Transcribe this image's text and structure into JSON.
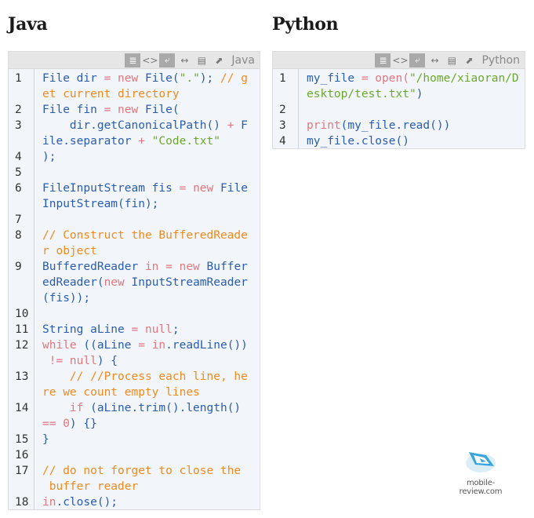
{
  "java": {
    "title": "Java",
    "lang_label": "Java",
    "lines": [
      {
        "n": "1",
        "rows": [
          [
            [
              "f",
              "File dir "
            ],
            [
              "k",
              "= new "
            ],
            [
              "f",
              "File("
            ],
            [
              "s",
              "\".\""
            ],
            [
              "f",
              "); "
            ],
            [
              "c",
              "// g"
            ]
          ],
          [
            [
              "c",
              "et current directory"
            ]
          ]
        ]
      },
      {
        "n": "2",
        "rows": [
          [
            [
              "f",
              "File fin "
            ],
            [
              "k",
              "= new "
            ],
            [
              "f",
              "File("
            ]
          ]
        ]
      },
      {
        "n": "3",
        "rows": [
          [
            [
              "f",
              "    dir.getCanonicalPath() "
            ],
            [
              "k",
              "+ "
            ],
            [
              "f",
              "F"
            ]
          ],
          [
            [
              "f",
              "ile.separator "
            ],
            [
              "k",
              "+ "
            ],
            [
              "s",
              "\"Code.txt\""
            ]
          ]
        ]
      },
      {
        "n": "4",
        "rows": [
          [
            [
              "f",
              ");"
            ]
          ]
        ]
      },
      {
        "n": "5",
        "rows": [
          [
            [
              "f",
              ""
            ]
          ]
        ]
      },
      {
        "n": "6",
        "rows": [
          [
            [
              "f",
              "FileInputStream fis "
            ],
            [
              "k",
              "= new "
            ],
            [
              "f",
              "File"
            ]
          ],
          [
            [
              "f",
              "InputStream(fin);"
            ]
          ]
        ]
      },
      {
        "n": "7",
        "rows": [
          [
            [
              "f",
              ""
            ]
          ]
        ]
      },
      {
        "n": "8",
        "rows": [
          [
            [
              "c",
              "// Construct the BufferedReade"
            ]
          ],
          [
            [
              "c",
              "r object"
            ]
          ]
        ]
      },
      {
        "n": "9",
        "rows": [
          [
            [
              "f",
              "BufferedReader "
            ],
            [
              "k",
              "in = new "
            ],
            [
              "f",
              "Buffer"
            ]
          ],
          [
            [
              "f",
              "edReader("
            ],
            [
              "k",
              "new "
            ],
            [
              "f",
              "InputStreamReader"
            ]
          ],
          [
            [
              "f",
              "(fis));"
            ]
          ]
        ]
      },
      {
        "n": "10",
        "rows": [
          [
            [
              "f",
              ""
            ]
          ]
        ]
      },
      {
        "n": "11",
        "rows": [
          [
            [
              "f",
              "String aLine "
            ],
            [
              "k",
              "= null"
            ],
            [
              "f",
              ";"
            ]
          ]
        ]
      },
      {
        "n": "12",
        "rows": [
          [
            [
              "k",
              "while "
            ],
            [
              "f",
              "((aLine "
            ],
            [
              "k",
              "= in"
            ],
            [
              "f",
              ".readLine())"
            ]
          ],
          [
            [
              "f",
              " "
            ],
            [
              "k",
              "!= null"
            ],
            [
              "f",
              ") {"
            ]
          ]
        ]
      },
      {
        "n": "13",
        "rows": [
          [
            [
              "c",
              "    // //Process each line, he"
            ]
          ],
          [
            [
              "c",
              "re we count empty lines"
            ]
          ]
        ]
      },
      {
        "n": "14",
        "rows": [
          [
            [
              "k",
              "    if "
            ],
            [
              "f",
              "(aLine.trim().length()"
            ]
          ],
          [
            [
              "k",
              "== 0"
            ],
            [
              "f",
              ") {}"
            ]
          ]
        ]
      },
      {
        "n": "15",
        "rows": [
          [
            [
              "f",
              "}"
            ]
          ]
        ]
      },
      {
        "n": "16",
        "rows": [
          [
            [
              "f",
              ""
            ]
          ]
        ]
      },
      {
        "n": "17",
        "rows": [
          [
            [
              "c",
              "// do not forget to close the"
            ]
          ],
          [
            [
              "c",
              " buffer reader"
            ]
          ]
        ]
      },
      {
        "n": "18",
        "rows": [
          [
            [
              "k",
              "in"
            ],
            [
              "f",
              ".close();"
            ]
          ]
        ]
      }
    ]
  },
  "python": {
    "title": "Python",
    "lang_label": "Python",
    "lines": [
      {
        "n": "1",
        "rows": [
          [
            [
              "f",
              "my_file "
            ],
            [
              "k",
              "= open("
            ],
            [
              "s",
              "\"/home/xiaoran/D"
            ]
          ],
          [
            [
              "s",
              "esktop/test.txt\""
            ],
            [
              "f",
              ")"
            ]
          ]
        ]
      },
      {
        "n": "2",
        "rows": [
          [
            [
              "f",
              ""
            ]
          ]
        ]
      },
      {
        "n": "3",
        "rows": [
          [
            [
              "k",
              "print"
            ],
            [
              "f",
              "(my_file.read())"
            ]
          ]
        ]
      },
      {
        "n": "4",
        "rows": [
          [
            [
              "f",
              "my_file.close()"
            ]
          ]
        ]
      }
    ]
  },
  "toolbar_icons": [
    "view-source-icon",
    "code-icon",
    "wrap-icon",
    "expand-icon",
    "copy-icon",
    "popout-icon"
  ],
  "colors": {
    "function": "#2a5db0",
    "keyword": "#e0787f",
    "string": "#6ca82c",
    "comment": "#f08a1d"
  },
  "watermark": {
    "text": "mobile-review.com"
  }
}
